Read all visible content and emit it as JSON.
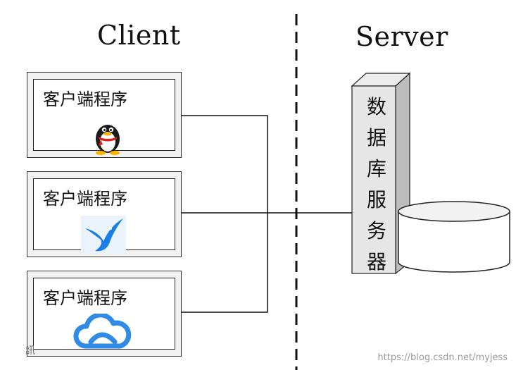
{
  "client": {
    "heading": "Client",
    "programs": [
      {
        "label": "客户端程序",
        "icon": "qq-penguin-icon"
      },
      {
        "label": "客户端程序",
        "icon": "bird-icon"
      },
      {
        "label": "客户端程序",
        "icon": "cloud-icon"
      }
    ]
  },
  "server": {
    "heading": "Server",
    "database_server_label": "数\n据\n库\n服\n务\n器",
    "storage_icon": "database-cylinder-icon"
  },
  "corner_glyph": "訊",
  "watermark": "https://blog.csdn.net/myjess",
  "colors": {
    "line": "#111111",
    "box_fill": "#f1f1f1",
    "bird_blue": "#1a7ee6",
    "cloud_blue": "#2f8be6",
    "qq_red": "#d8231c",
    "qq_yellow": "#f5b400"
  }
}
